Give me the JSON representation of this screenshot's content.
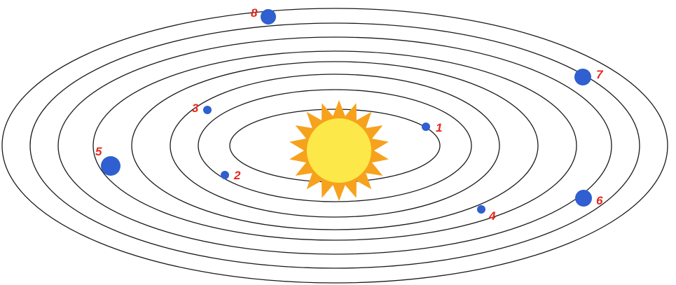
{
  "colors": {
    "background": "#ffffff",
    "orbit": "#1a1a1a",
    "planet": "#2f5fd0",
    "label": "#e4281e",
    "sun_core": "#fde84a",
    "sun_rays": "#f7a21c"
  },
  "sun": {
    "name": "sun-icon"
  },
  "orbits_count": 8,
  "planets": [
    {
      "label": "1"
    },
    {
      "label": "2"
    },
    {
      "label": "3"
    },
    {
      "label": "4"
    },
    {
      "label": "5"
    },
    {
      "label": "6"
    },
    {
      "label": "7"
    },
    {
      "label": "8"
    }
  ]
}
